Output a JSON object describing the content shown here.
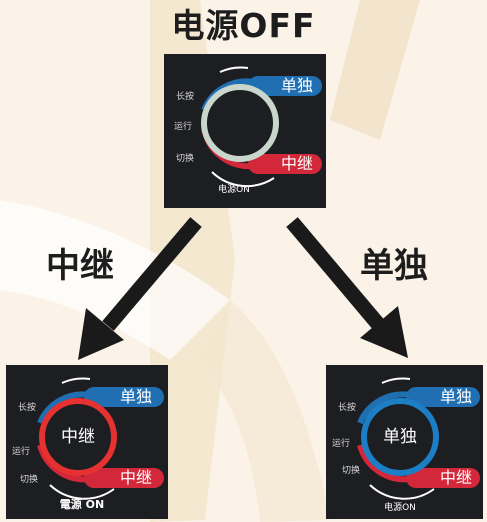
{
  "title": "电源OFF",
  "branches": {
    "left": "中继",
    "right": "单独"
  },
  "colors": {
    "background": "#fbf3e7",
    "panel": "#1d1e22",
    "blue": "#1f6fb2",
    "red": "#d3273a",
    "off_ring": "#c9d6cc",
    "arrow": "#1a1a1a"
  },
  "panels": {
    "top": {
      "side_labels": [
        "长按",
        "运行",
        "切换"
      ],
      "single_label": "单独",
      "relay_label": "中继",
      "power_label": "电源ON",
      "center_label": "",
      "state": "off"
    },
    "left": {
      "side_labels": [
        "长按",
        "运行",
        "切换"
      ],
      "single_label": "单独",
      "relay_label": "中继",
      "power_label": "電源 ON",
      "center_label": "中继",
      "state": "relay"
    },
    "right": {
      "side_labels": [
        "长按",
        "运行",
        "切换"
      ],
      "single_label": "单独",
      "relay_label": "中继",
      "power_label": "电源ON",
      "center_label": "单独",
      "state": "single"
    }
  }
}
